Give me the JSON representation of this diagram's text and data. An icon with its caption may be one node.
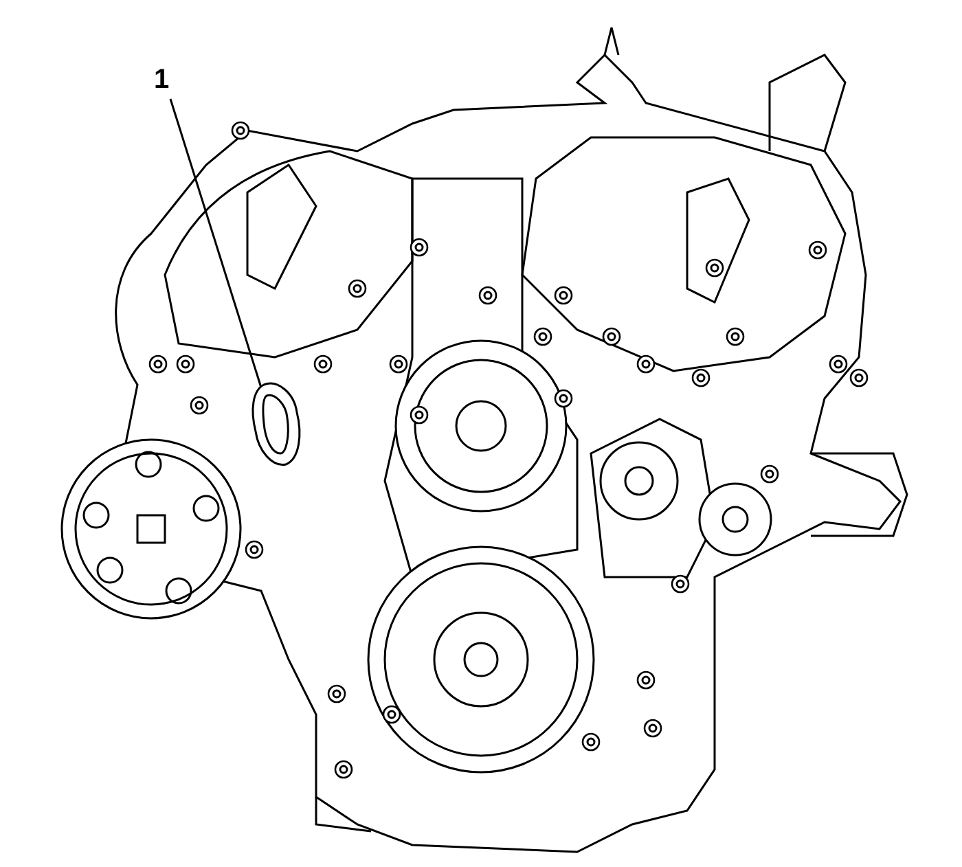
{
  "diagram": {
    "nodes": [
      {
        "text": [
          "1"
        ]
      },
      {
        "text": [],
        "shape": "circle"
      }
    ],
    "edges": [
      {
        "from": 0,
        "to": 1,
        "arrow": "none"
      }
    ]
  }
}
